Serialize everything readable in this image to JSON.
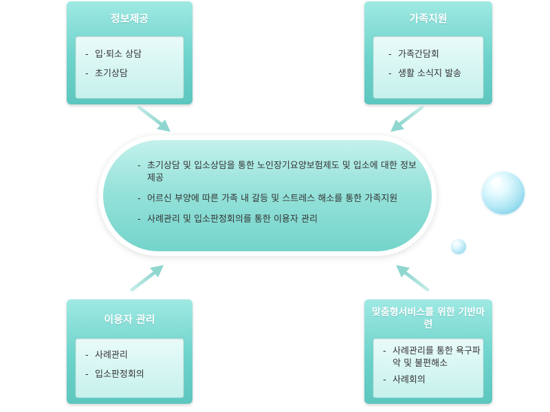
{
  "cards": {
    "top_left": {
      "title": "정보제공",
      "items": [
        "입·퇴소 상담",
        "초기상담"
      ]
    },
    "top_right": {
      "title": "가족지원",
      "items": [
        "가족간담회",
        "생활 소식지 발송"
      ]
    },
    "bottom_left": {
      "title": "이용자 관리",
      "items": [
        "사례관리",
        "입소판정회의"
      ]
    },
    "bottom_right": {
      "title": "맞춤형서비스를 위한 기반마련",
      "items": [
        "사례관리를 통한 욕구파악 및 불편해소",
        "사례회의"
      ]
    }
  },
  "center": {
    "items": [
      "초기상담 및 입소상담을 통한 노인장기요양보험제도 및 입소에 대한 정보제공",
      "어르신 부양에 따른 가족 내 갈등 및 스트레스 해소를 통한 가족지원",
      "사례관리 및 입소판정회의를 통한 이용자 관리"
    ]
  },
  "colors": {
    "card_teal": "#6dd3cb",
    "arrow": "#9fdcd6",
    "bubble": "#7fd0e9"
  }
}
